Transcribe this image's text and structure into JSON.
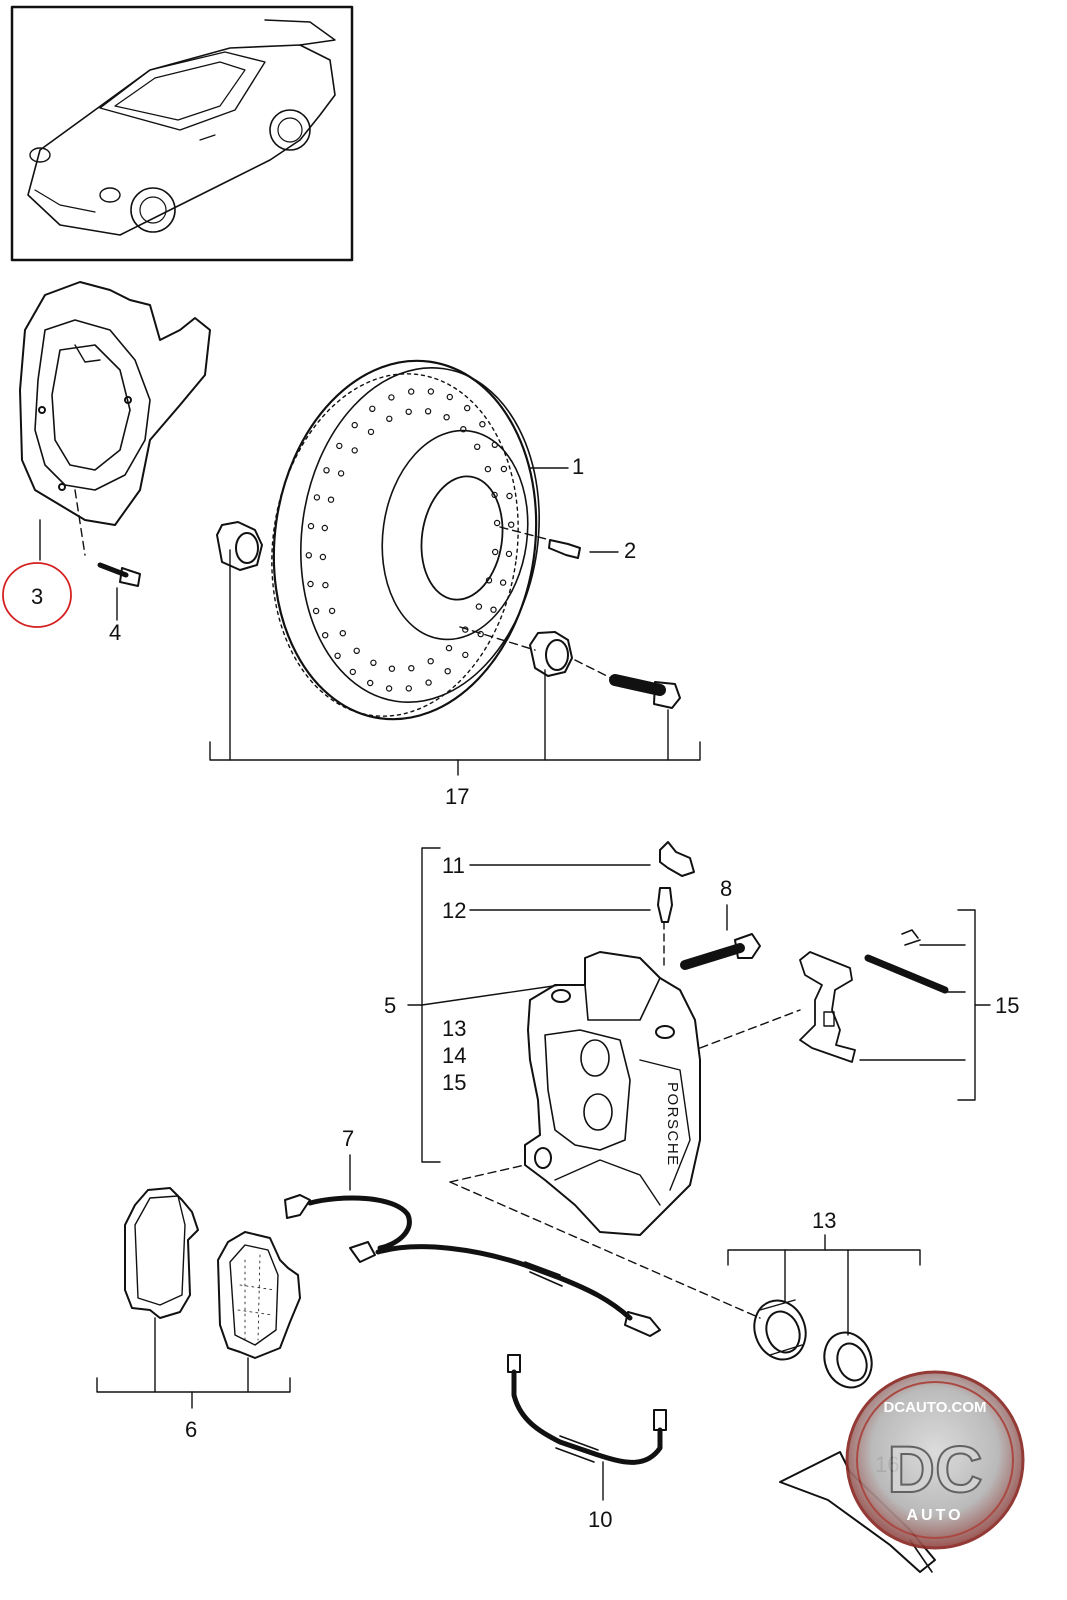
{
  "callouts": {
    "c1": "1",
    "c2": "2",
    "c3": "3",
    "c4": "4",
    "c5": "5",
    "c6": "6",
    "c7": "7",
    "c8": "8",
    "c10": "10",
    "c11": "11",
    "c12": "12",
    "c13": "13",
    "c13b": "13",
    "c14": "14",
    "c15": "15",
    "c15b": "15",
    "c16": "16",
    "c17": "17"
  },
  "caliper_brand": "PORSCHE",
  "watermark": {
    "site": "DCAUTO.COM",
    "letters": "DC",
    "sub": "AUTO"
  },
  "colors": {
    "line": "#111111",
    "highlight": "#d42020",
    "badge_bg": "#b8342c",
    "badge_letters": "#cfcfcf"
  }
}
